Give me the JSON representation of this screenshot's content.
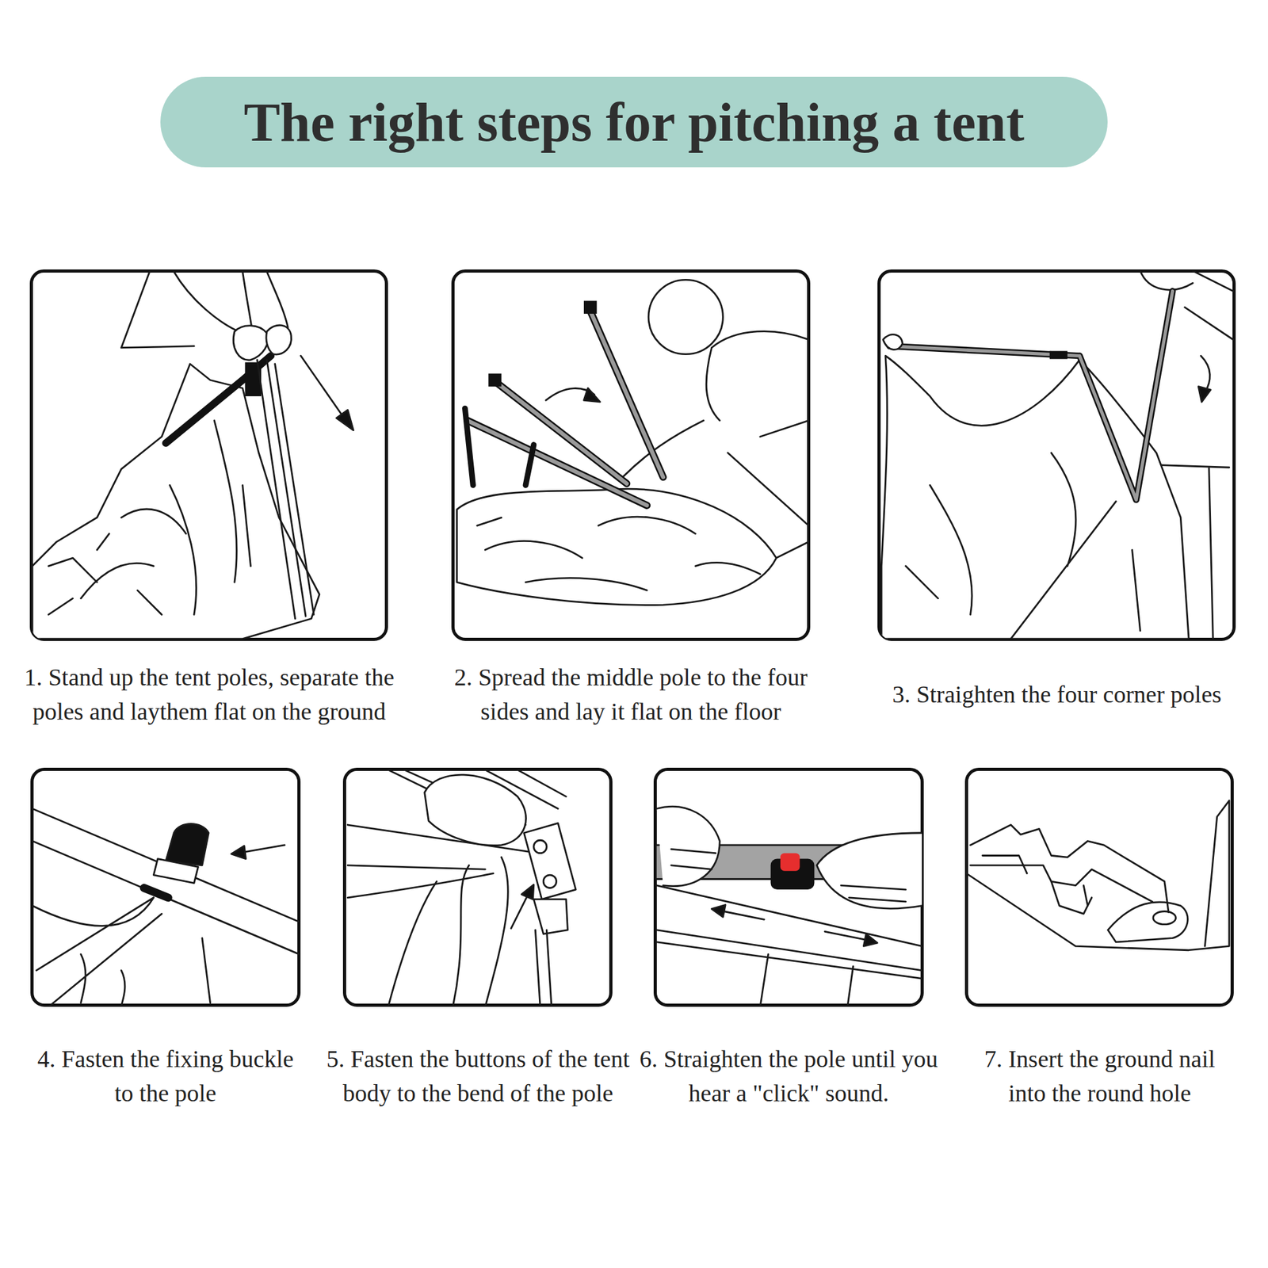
{
  "diagram": {
    "title": "The right steps for pitching a tent",
    "nodes": [
      {
        "text": [
          "1. Stand up the tent poles, separate the poles and laythem flat on the ground"
        ]
      },
      {
        "text": [
          "2. Spread the middle pole to the four sides and lay it flat on the floor"
        ]
      },
      {
        "text": [
          "3. Straighten the four corner poles"
        ]
      },
      {
        "text": [
          "4. Fasten the fixing buckle to the pole"
        ]
      },
      {
        "text": [
          "5. Fasten the buttons of the tent body to the bend of the pole"
        ]
      },
      {
        "text": [
          "6. Straighten the pole until you hear a \"click\" sound."
        ]
      },
      {
        "text": [
          "7. Insert the ground nail into the round hole"
        ]
      }
    ]
  }
}
